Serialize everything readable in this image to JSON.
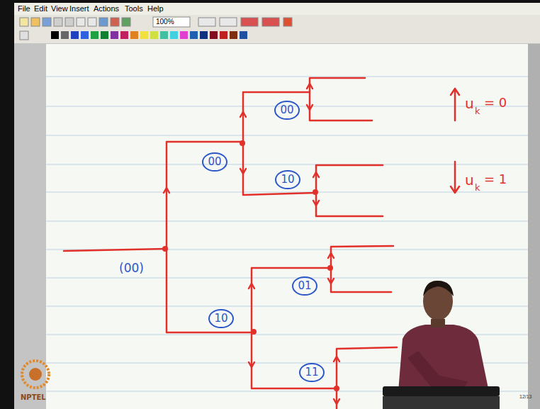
{
  "diagram": {
    "nodes": [
      {
        "text": [
          "00"
        ]
      },
      {
        "text": [
          "00"
        ]
      },
      {
        "text": [
          "10"
        ]
      },
      {
        "text": [
          "01"
        ]
      },
      {
        "text": [
          "10"
        ]
      },
      {
        "text": [
          "11"
        ]
      }
    ],
    "labels": [
      "File",
      "Edit",
      "View",
      "Insert",
      "Actions",
      "Tools",
      "Help",
      "100%",
      "(00)",
      "u",
      "k",
      "= 0",
      "u",
      "k",
      "= 1",
      "NPTEL",
      "12/13"
    ]
  }
}
